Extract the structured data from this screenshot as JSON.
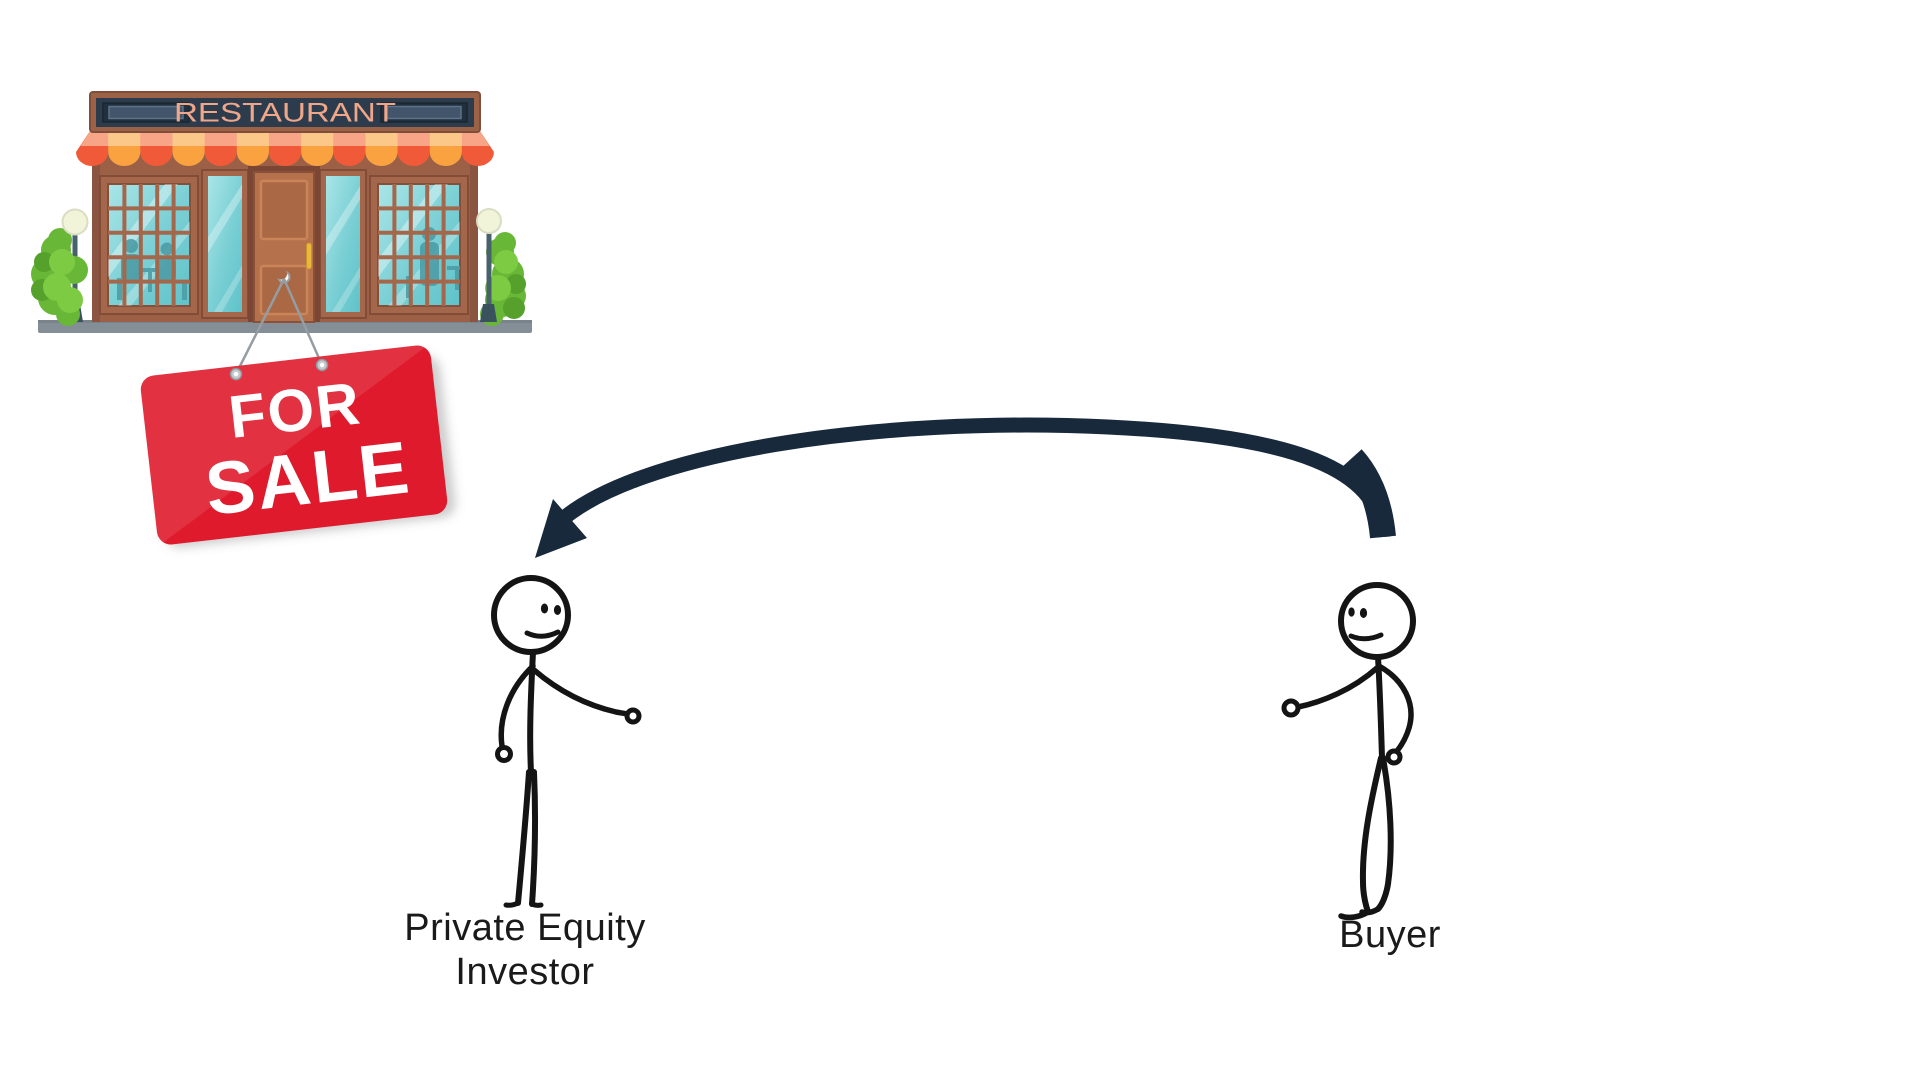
{
  "page": {
    "background_color": "#ffffff"
  },
  "restaurant": {
    "sign_text": "RESTAURANT",
    "colors": {
      "sign_panel": "#2d3c4c",
      "sign_text": "#f0a689",
      "sign_frame": "#9c6248",
      "wall": "#9c6047",
      "awning_red": "#f05a39",
      "awning_orange": "#f9a23f",
      "glass": "#79cfd4",
      "door": "#b5714b",
      "bush_green": "#68b737"
    }
  },
  "for_sale_sign": {
    "line1": "FOR",
    "line2": "SALE",
    "background_color": "#df1a2c",
    "text_color": "#ffffff"
  },
  "arrow": {
    "color": "#18293b",
    "from_actor": "Buyer",
    "to_actor": "Private Equity Investor"
  },
  "actors": {
    "private_equity_investor": {
      "label": "Private Equity Investor"
    },
    "buyer": {
      "label": "Buyer"
    }
  }
}
